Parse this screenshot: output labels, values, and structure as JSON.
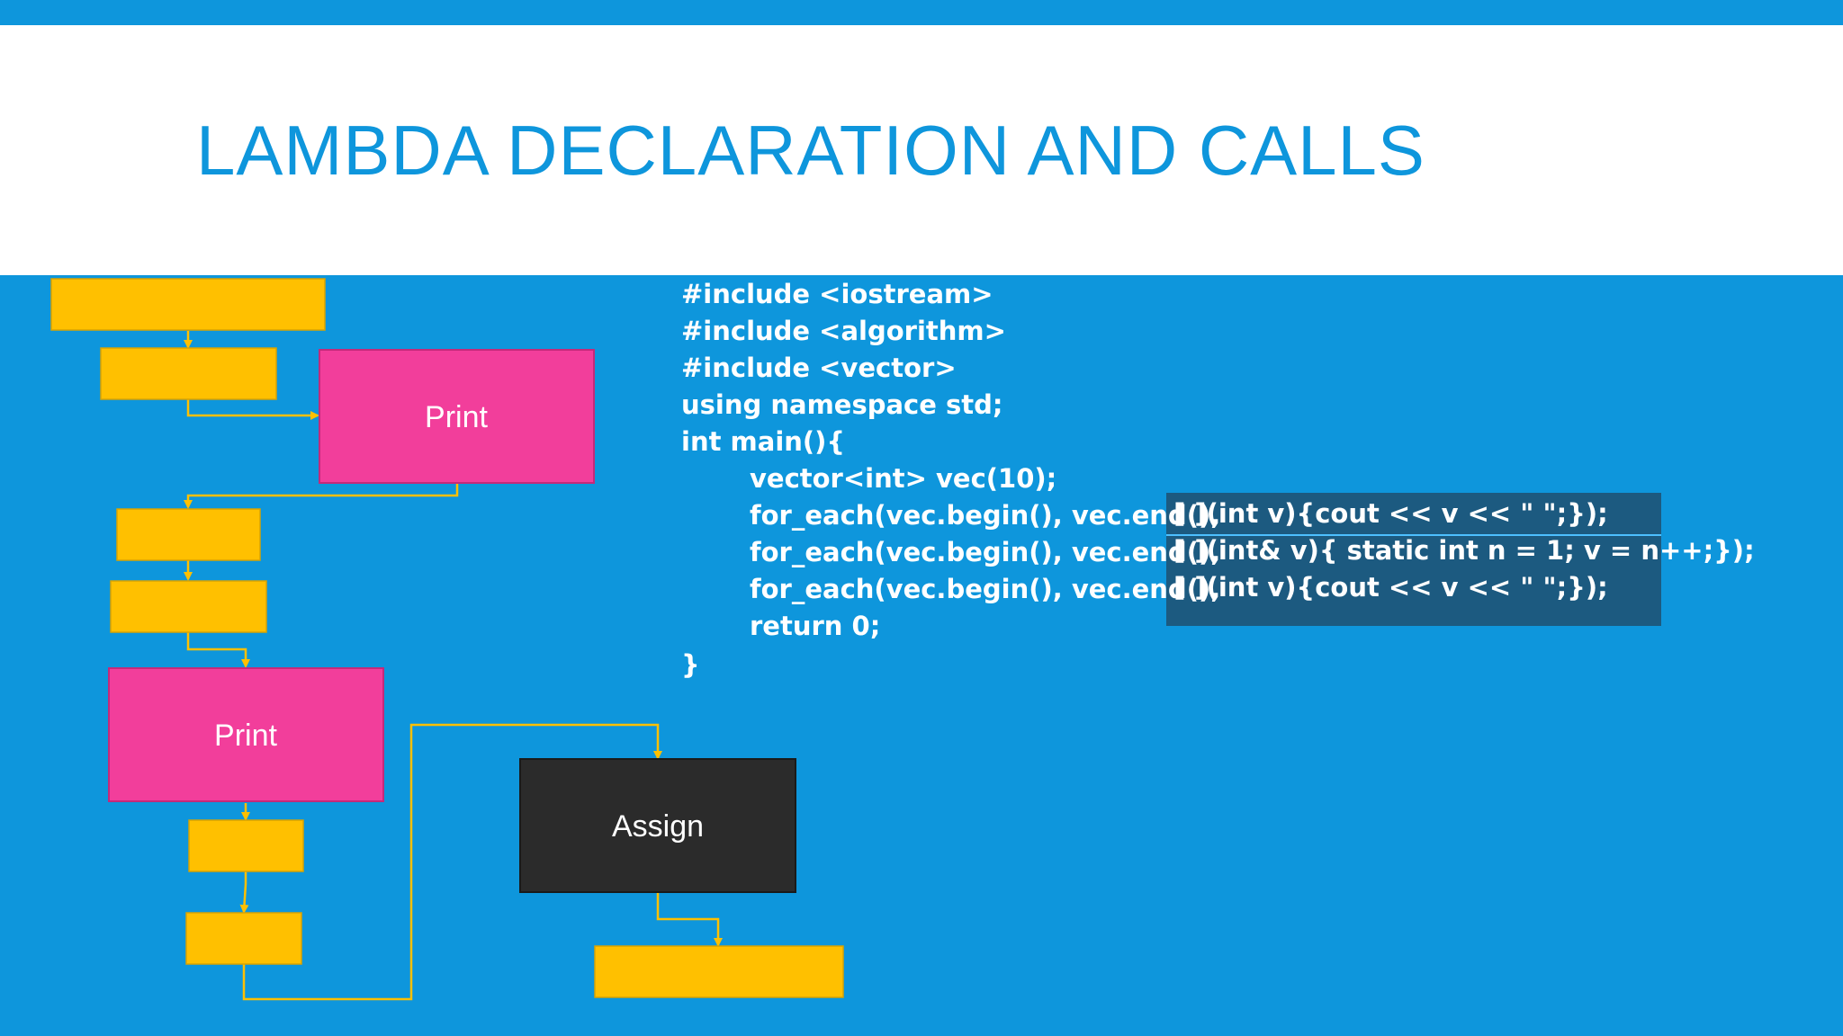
{
  "slide": {
    "title": "LAMBDA DECLARATION AND CALLS"
  },
  "flowchart": {
    "nodes": {
      "print1": "Print",
      "print2": "Print",
      "assign": "Assign"
    }
  },
  "code": {
    "lines": [
      "#include <iostream>",
      "#include <algorithm>",
      "#include <vector>",
      "using namespace std;",
      "int main(){",
      "vector<int> vec(10);",
      "for_each(vec.begin(), vec.end(),",
      "for_each(vec.begin(), vec.end(),",
      "for_each(vec.begin(), vec.end(),",
      "return 0;",
      "}"
    ],
    "lambdas": [
      "[ ](int v){cout << v << \" \";});",
      "[ ](int& v){ static int n = 1; v = n++;});",
      "[ ](int v){cout << v << \" \";});"
    ]
  },
  "colors": {
    "background": "#0e96dc",
    "yellow": "#ffc000",
    "magenta": "#f23e9b",
    "dark": "#2b2b2b",
    "highlight": "#1c5a80"
  }
}
